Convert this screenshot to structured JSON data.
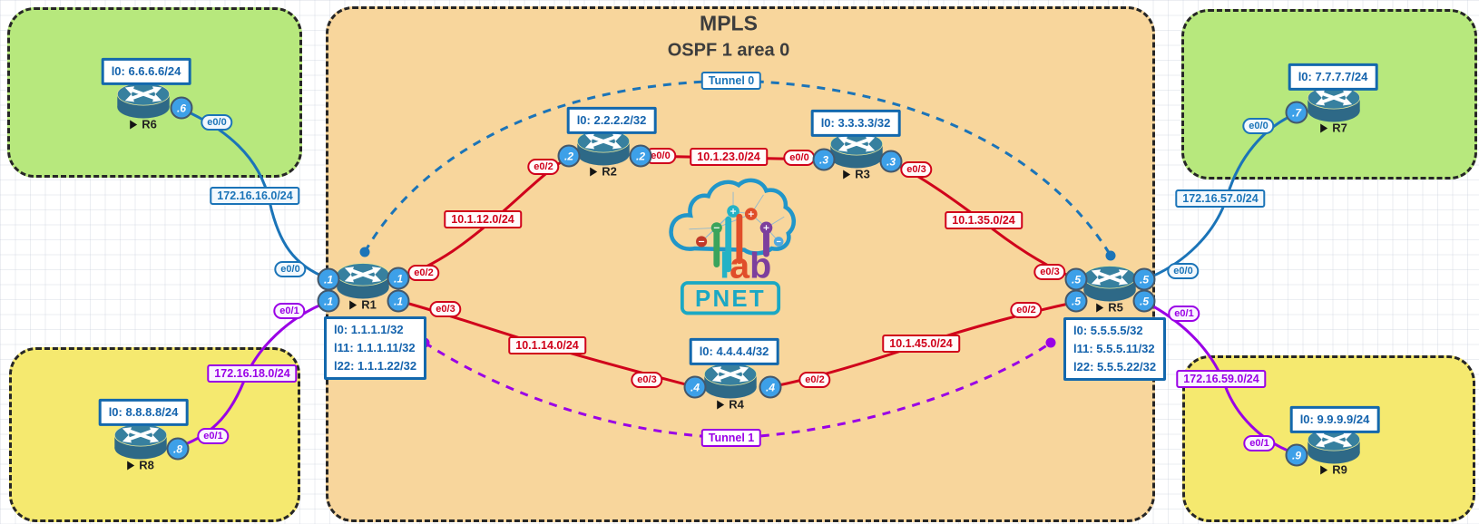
{
  "diagram": {
    "title_line1": "MPLS",
    "title_line2": "OSPF 1 area 0"
  },
  "logo": {
    "l": "l",
    "a": "a",
    "b": "b",
    "pnet": "PNET"
  },
  "nodes": {
    "r1": "R1",
    "r2": "R2",
    "r3": "R3",
    "r4": "R4",
    "r5": "R5",
    "r6": "R6",
    "r7": "R7",
    "r8": "R8",
    "r9": "R9"
  },
  "badges": {
    "r1": ".1",
    "r2": ".2",
    "r3": ".3",
    "r4": ".4",
    "r5": ".5",
    "r6": ".6",
    "r7": ".7",
    "r8": ".8",
    "r9": ".9"
  },
  "loopbacks": {
    "r1": [
      "l0: 1.1.1.1/32",
      "l11: 1.1.1.11/32",
      "l22: 1.1.1.22/32"
    ],
    "r2": [
      "l0: 2.2.2.2/32"
    ],
    "r3": [
      "l0: 3.3.3.3/32"
    ],
    "r4": [
      "l0: 4.4.4.4/32"
    ],
    "r5": [
      "l0: 5.5.5.5/32",
      "l11: 5.5.5.11/32",
      "l22: 5.5.5.22/32"
    ],
    "r6": [
      "l0: 6.6.6.6/24"
    ],
    "r7": [
      "l0: 7.7.7.7/24"
    ],
    "r8": [
      "l0: 8.8.8.8/24"
    ],
    "r9": [
      "l0: 9.9.9.9/24"
    ]
  },
  "interfaces": {
    "e00": "e0/0",
    "e01": "e0/1",
    "e02": "e0/2",
    "e03": "e0/3"
  },
  "networks": {
    "r6_r1": "172.16.16.0/24",
    "r8_r1": "172.16.18.0/24",
    "r7_r5": "172.16.57.0/24",
    "r9_r5": "172.16.59.0/24",
    "r1_r2": "10.1.12.0/24",
    "r2_r3": "10.1.23.0/24",
    "r3_r5": "10.1.35.0/24",
    "r1_r4": "10.1.14.0/24",
    "r4_r5": "10.1.45.0/24"
  },
  "tunnels": {
    "tunnel0": "Tunnel 0",
    "tunnel1": "Tunnel 1"
  },
  "colors": {
    "core_link": "#d0021b",
    "edge_link_blue": "#1b74b8",
    "edge_link_purple": "#9a00e6",
    "tunnel0": "#1b74b8",
    "tunnel1": "#9a00e6",
    "mpls_fill": "#f8d69c",
    "lan_green": "#b7e87d",
    "lan_yellow": "#f5e96f",
    "router_body": "#2e6987",
    "badge_fill": "#3da0e8",
    "loopback_text": "#1463ad"
  }
}
